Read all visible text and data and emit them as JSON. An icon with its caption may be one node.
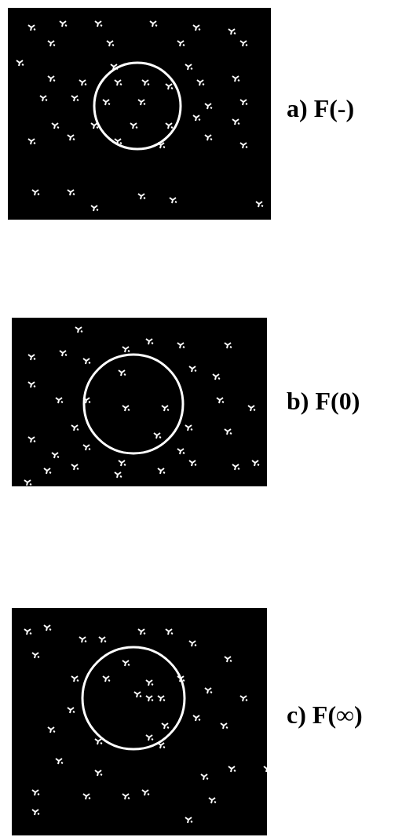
{
  "diagram": {
    "labels": [
      "a) F(-)",
      "b) F(0)",
      "c) F(∞)"
    ]
  }
}
